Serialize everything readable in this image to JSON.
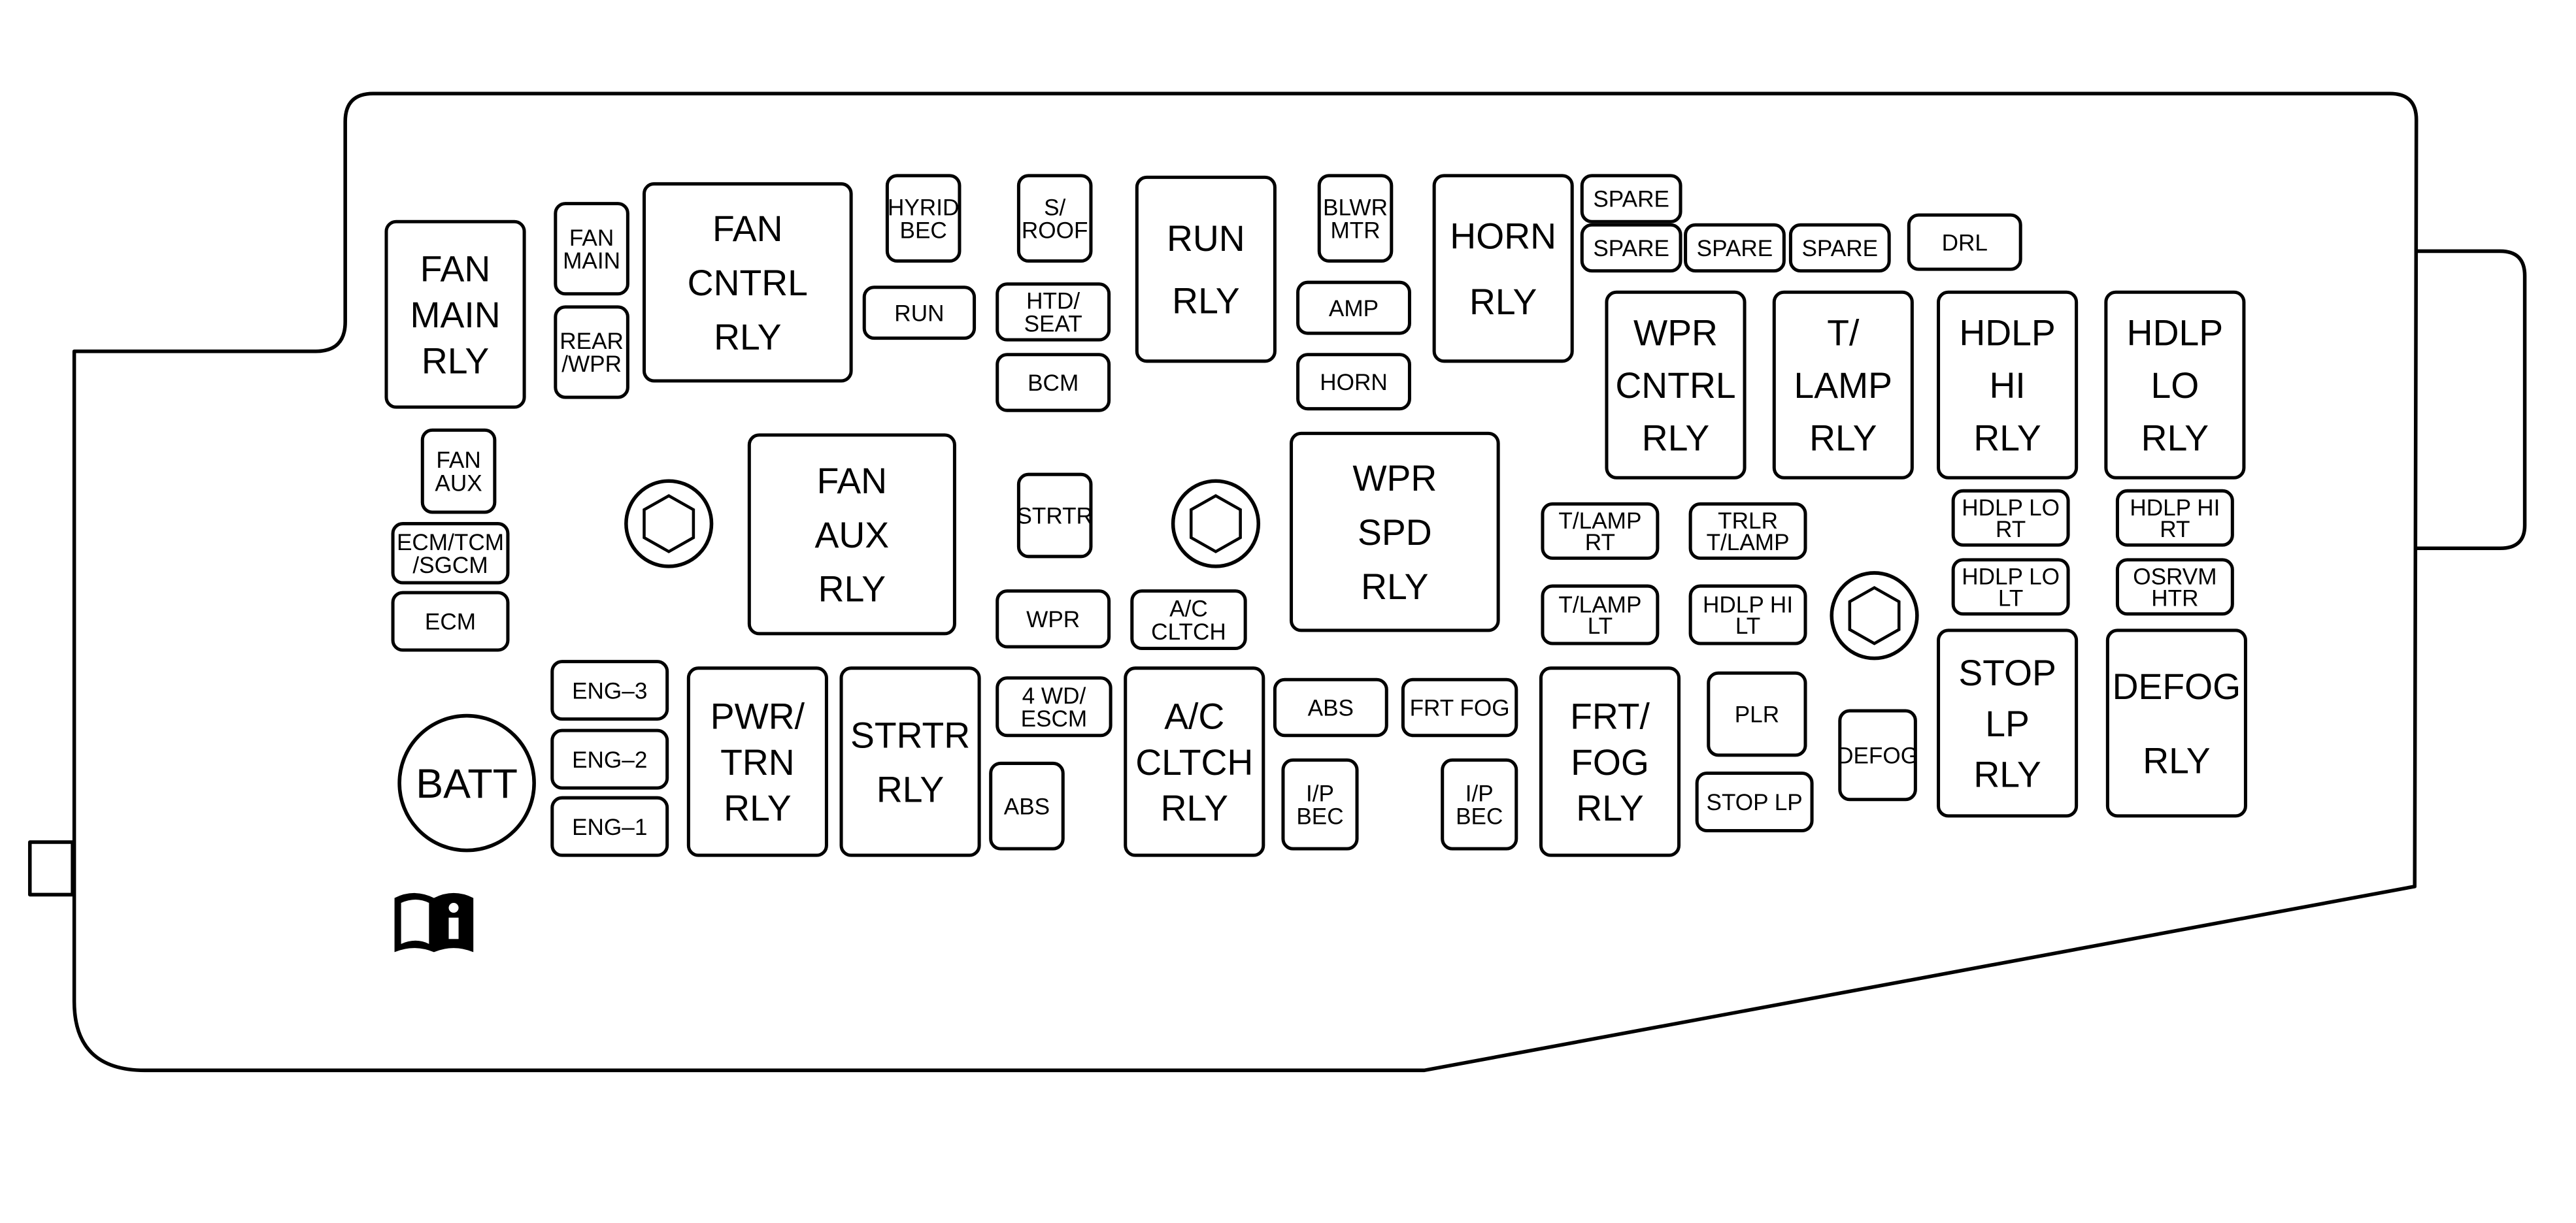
{
  "relays": [
    {
      "id": "fan-main-rly",
      "lines": [
        "FAN",
        "MAIN",
        "RLY"
      ]
    },
    {
      "id": "fan-cntrl-rly",
      "lines": [
        "FAN",
        "CNTRL",
        "RLY"
      ]
    },
    {
      "id": "run-rly",
      "lines": [
        "RUN",
        "RLY"
      ]
    },
    {
      "id": "horn-rly",
      "lines": [
        "HORN",
        "RLY"
      ]
    },
    {
      "id": "wpr-cntrl-rly",
      "lines": [
        "WPR",
        "CNTRL",
        "RLY"
      ]
    },
    {
      "id": "t-lamp-rly",
      "lines": [
        "T/",
        "LAMP",
        "RLY"
      ]
    },
    {
      "id": "hdlp-hi-rly",
      "lines": [
        "HDLP",
        "HI",
        "RLY"
      ]
    },
    {
      "id": "hdlp-lo-rly",
      "lines": [
        "HDLP",
        "LO",
        "RLY"
      ]
    },
    {
      "id": "fan-aux-rly",
      "lines": [
        "FAN",
        "AUX",
        "RLY"
      ]
    },
    {
      "id": "wpr-spd-rly",
      "lines": [
        "WPR",
        "SPD",
        "RLY"
      ]
    },
    {
      "id": "pwr-trn-rly",
      "lines": [
        "PWR/",
        "TRN",
        "RLY"
      ]
    },
    {
      "id": "strtr-rly",
      "lines": [
        "STRTR",
        "RLY"
      ]
    },
    {
      "id": "ac-cltch-rly",
      "lines": [
        "A/C",
        "CLTCH",
        "RLY"
      ]
    },
    {
      "id": "frt-fog-rly",
      "lines": [
        "FRT/",
        "FOG",
        "RLY"
      ]
    },
    {
      "id": "stop-lp-rly",
      "lines": [
        "STOP",
        "LP",
        "RLY"
      ]
    },
    {
      "id": "defog-rly",
      "lines": [
        "DEFOG",
        "RLY"
      ]
    }
  ],
  "fuses": [
    {
      "id": "fan-main",
      "lines": [
        "FAN",
        "MAIN"
      ]
    },
    {
      "id": "rear-wpr",
      "lines": [
        "REAR",
        "/WPR"
      ]
    },
    {
      "id": "hyrid-bec",
      "lines": [
        "HYRID",
        "BEC"
      ]
    },
    {
      "id": "s-roof",
      "lines": [
        "S/",
        "ROOF"
      ]
    },
    {
      "id": "blwr-mtr",
      "lines": [
        "BLWR",
        "MTR"
      ]
    },
    {
      "id": "spare-1",
      "lines": [
        "SPARE"
      ]
    },
    {
      "id": "spare-2",
      "lines": [
        "SPARE"
      ]
    },
    {
      "id": "spare-3",
      "lines": [
        "SPARE"
      ]
    },
    {
      "id": "spare-4",
      "lines": [
        "SPARE"
      ]
    },
    {
      "id": "drl",
      "lines": [
        "DRL"
      ]
    },
    {
      "id": "run",
      "lines": [
        "RUN"
      ]
    },
    {
      "id": "htd-seat",
      "lines": [
        "HTD/",
        "SEAT"
      ]
    },
    {
      "id": "amp",
      "lines": [
        "AMP"
      ]
    },
    {
      "id": "bcm",
      "lines": [
        "BCM"
      ]
    },
    {
      "id": "horn",
      "lines": [
        "HORN"
      ]
    },
    {
      "id": "fan-aux",
      "lines": [
        "FAN",
        "AUX"
      ]
    },
    {
      "id": "ecm-tcm-sgcm",
      "lines": [
        "ECM/TCM",
        "/SGCM"
      ]
    },
    {
      "id": "ecm",
      "lines": [
        "ECM"
      ]
    },
    {
      "id": "strtr",
      "lines": [
        "STRTR"
      ]
    },
    {
      "id": "wpr",
      "lines": [
        "WPR"
      ]
    },
    {
      "id": "ac-cltch",
      "lines": [
        "A/C",
        "CLTCH"
      ]
    },
    {
      "id": "t-lamp-rt",
      "lines": [
        "T/LAMP",
        "RT"
      ]
    },
    {
      "id": "trlr-t-lamp",
      "lines": [
        "TRLR",
        "T/LAMP"
      ]
    },
    {
      "id": "t-lamp-lt",
      "lines": [
        "T/LAMP",
        "LT"
      ]
    },
    {
      "id": "hdlp-hi-lt",
      "lines": [
        "HDLP HI",
        "LT"
      ]
    },
    {
      "id": "hdlp-lo-rt",
      "lines": [
        "HDLP LO",
        "RT"
      ]
    },
    {
      "id": "hdlp-hi-rt",
      "lines": [
        "HDLP HI",
        "RT"
      ]
    },
    {
      "id": "hdlp-lo-lt",
      "lines": [
        "HDLP LO",
        "LT"
      ]
    },
    {
      "id": "osrvm-htr",
      "lines": [
        "OSRVM",
        "HTR"
      ]
    },
    {
      "id": "eng-3",
      "lines": [
        "ENG–3"
      ]
    },
    {
      "id": "eng-2",
      "lines": [
        "ENG–2"
      ]
    },
    {
      "id": "eng-1",
      "lines": [
        "ENG–1"
      ]
    },
    {
      "id": "4wd-escm",
      "lines": [
        "4 WD/",
        "ESCM"
      ]
    },
    {
      "id": "abs-1",
      "lines": [
        "ABS"
      ]
    },
    {
      "id": "abs-2",
      "lines": [
        "ABS"
      ]
    },
    {
      "id": "frt-fog",
      "lines": [
        "FRT FOG"
      ]
    },
    {
      "id": "ip-bec-1",
      "lines": [
        "I/P",
        "BEC"
      ]
    },
    {
      "id": "ip-bec-2",
      "lines": [
        "I/P",
        "BEC"
      ]
    },
    {
      "id": "plr",
      "lines": [
        "PLR"
      ]
    },
    {
      "id": "defog",
      "lines": [
        "DEFOG"
      ]
    },
    {
      "id": "stop-lp",
      "lines": [
        "STOP LP"
      ]
    }
  ],
  "batt": {
    "label": "BATT"
  },
  "manual_icon": "info-book-icon"
}
